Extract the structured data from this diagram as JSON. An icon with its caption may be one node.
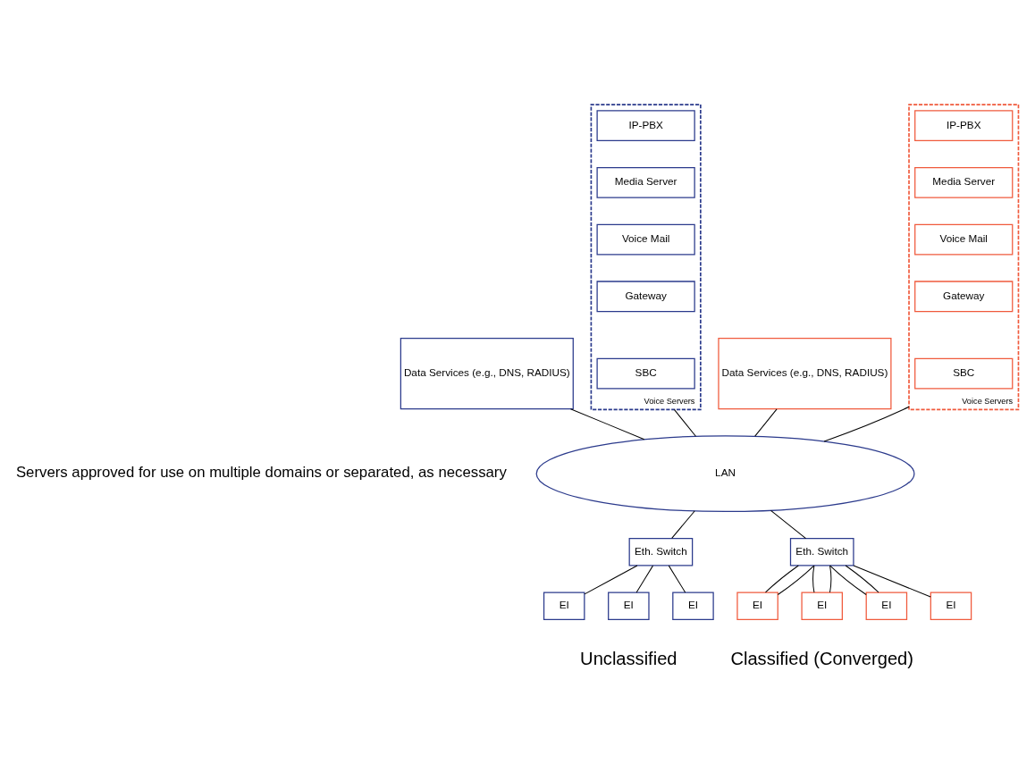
{
  "diagram": {
    "nodes": [
      {
        "text": [
          "Voice Servers"
        ]
      },
      {
        "text": [
          "IP-PBX"
        ],
        "in": 0
      },
      {
        "text": [
          "Media Server"
        ],
        "in": 0
      },
      {
        "text": [
          "Voice Mail"
        ],
        "in": 0
      },
      {
        "text": [
          "Gateway"
        ],
        "in": 0
      },
      {
        "text": [
          "SBC"
        ],
        "in": 0
      },
      {
        "text": [
          "Voice Servers"
        ]
      },
      {
        "text": [
          "IP-PBX"
        ],
        "in": 6
      },
      {
        "text": [
          "Media Server"
        ],
        "in": 6
      },
      {
        "text": [
          "Voice Mail"
        ],
        "in": 6
      },
      {
        "text": [
          "Gateway"
        ],
        "in": 6
      },
      {
        "text": [
          "SBC"
        ],
        "in": 6
      },
      {
        "text": [
          "Data Services (e.g., DNS, RADIUS)"
        ]
      },
      {
        "text": [
          "Data Services (e.g., DNS, RADIUS)"
        ]
      },
      {
        "text": [
          "LAN"
        ]
      },
      {
        "text": [
          "Eth. Switch"
        ]
      },
      {
        "text": [
          "Eth. Switch"
        ]
      },
      {
        "text": [
          "EI"
        ]
      },
      {
        "text": [
          "EI"
        ]
      },
      {
        "text": [
          "EI"
        ]
      },
      {
        "text": [
          "EI"
        ]
      },
      {
        "text": [
          "EI"
        ]
      },
      {
        "text": [
          "EI"
        ]
      },
      {
        "text": [
          "EI"
        ]
      }
    ],
    "edges": [
      {
        "from": 12,
        "to": 14,
        "arrow": "none"
      },
      {
        "from": 0,
        "to": 14,
        "arrow": "none"
      },
      {
        "from": 13,
        "to": 14,
        "arrow": "none"
      },
      {
        "from": 6,
        "to": 14,
        "arrow": "none"
      },
      {
        "from": 14,
        "to": 15,
        "arrow": "none"
      },
      {
        "from": 14,
        "to": 16,
        "arrow": "none"
      },
      {
        "from": 15,
        "to": 17,
        "arrow": "none"
      },
      {
        "from": 15,
        "to": 18,
        "arrow": "none"
      },
      {
        "from": 15,
        "to": 19,
        "arrow": "none"
      },
      {
        "from": 16,
        "to": 20,
        "arrow": "none"
      },
      {
        "from": 16,
        "to": 20,
        "arrow": "none"
      },
      {
        "from": 16,
        "to": 21,
        "arrow": "none"
      },
      {
        "from": 16,
        "to": 21,
        "arrow": "none"
      },
      {
        "from": 16,
        "to": 22,
        "arrow": "none"
      },
      {
        "from": 16,
        "to": 22,
        "arrow": "none"
      },
      {
        "from": 16,
        "to": 23,
        "arrow": "none"
      }
    ],
    "labels": [
      "Servers approved for use on multiple domains or separated, as necessary",
      "Unclassified",
      "Classified (Converged)"
    ]
  }
}
